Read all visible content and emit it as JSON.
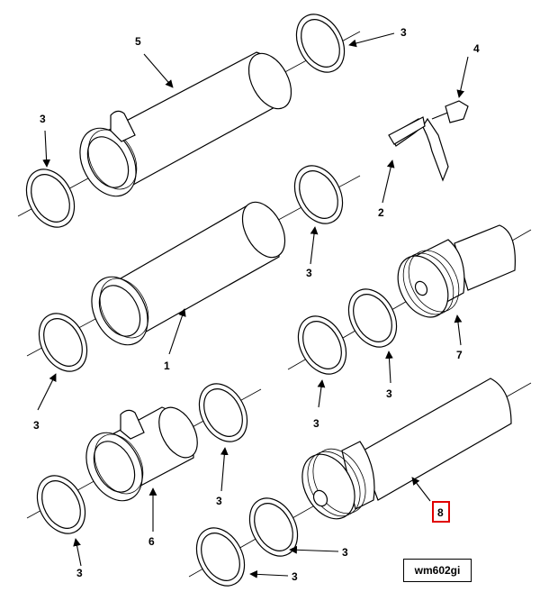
{
  "diagram": {
    "figure_id": "wm602gi",
    "highlighted_callout": "8",
    "highlight_color": "#e00000",
    "callouts": [
      {
        "id": "c5",
        "text": "5"
      },
      {
        "id": "c3a",
        "text": "3"
      },
      {
        "id": "c3b",
        "text": "3"
      },
      {
        "id": "c4",
        "text": "4"
      },
      {
        "id": "c2",
        "text": "2"
      },
      {
        "id": "c3c",
        "text": "3"
      },
      {
        "id": "c1",
        "text": "1"
      },
      {
        "id": "c7",
        "text": "7"
      },
      {
        "id": "c3d",
        "text": "3"
      },
      {
        "id": "c3e",
        "text": "3"
      },
      {
        "id": "c3f",
        "text": "3"
      },
      {
        "id": "c3g",
        "text": "3"
      },
      {
        "id": "c6",
        "text": "6"
      },
      {
        "id": "c3h",
        "text": "3"
      },
      {
        "id": "c3i",
        "text": "3"
      },
      {
        "id": "c3j",
        "text": "3"
      },
      {
        "id": "c8",
        "text": "8"
      }
    ]
  }
}
